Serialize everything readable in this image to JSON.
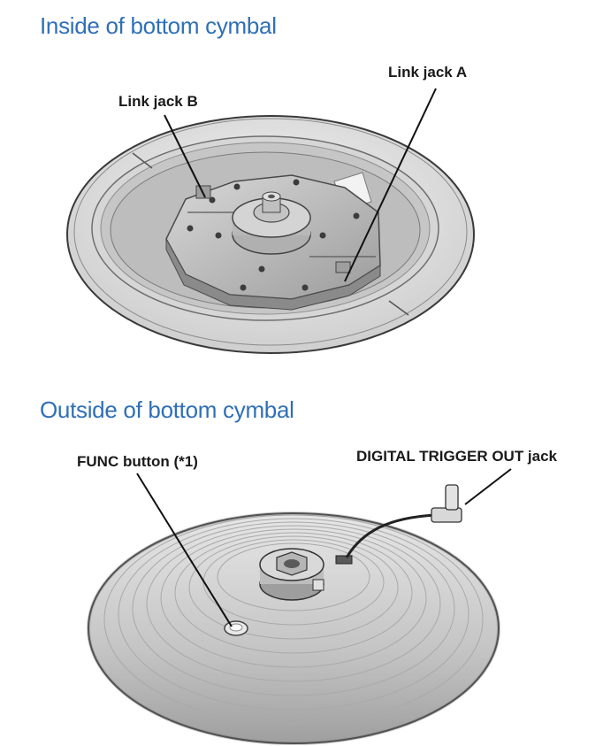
{
  "sections": {
    "inside": {
      "title": "Inside of bottom cymbal",
      "callouts": {
        "link_jack_a": "Link jack A",
        "link_jack_b": "Link jack B"
      }
    },
    "outside": {
      "title": "Outside of bottom cymbal",
      "callouts": {
        "func_button": "FUNC button (*1)",
        "digital_trigger_out": "DIGITAL TRIGGER OUT jack"
      }
    }
  },
  "colors": {
    "heading": "#2f6fb7",
    "callout_text": "#1a1a1a",
    "cymbal_metal": "#c8c8c8",
    "outline": "#2a2a2a"
  }
}
